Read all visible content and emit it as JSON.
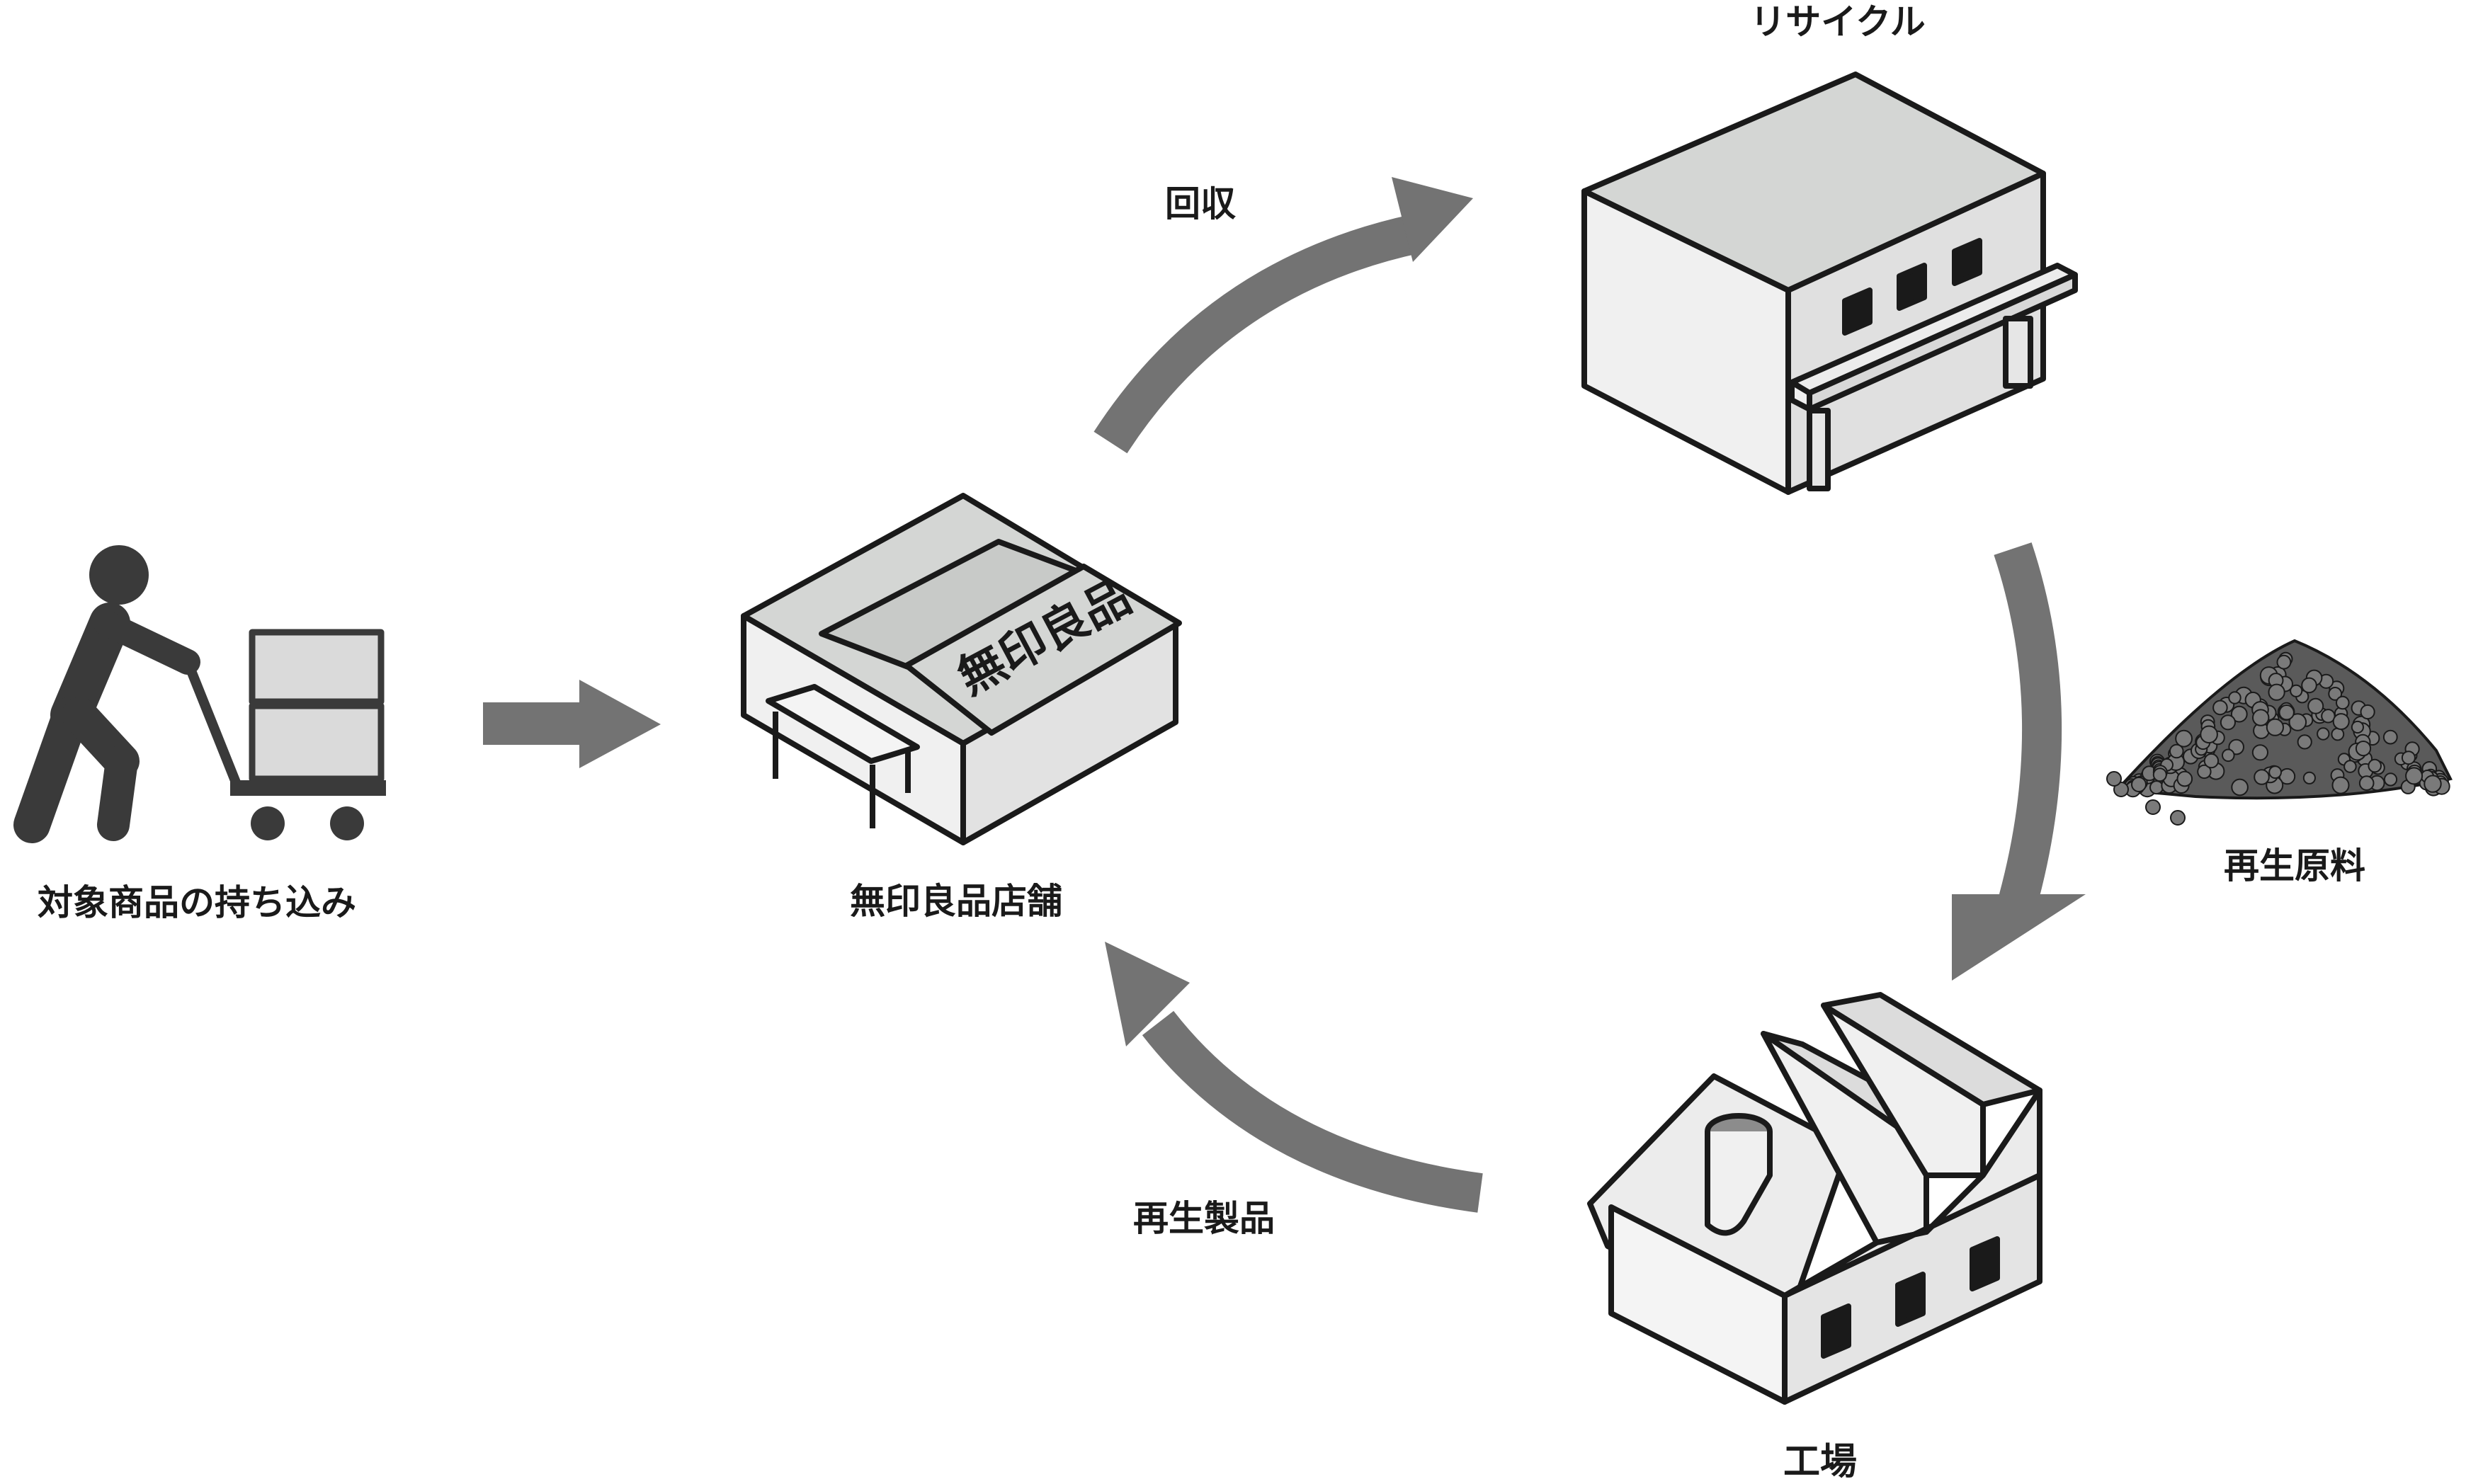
{
  "labels": {
    "customer": "対象商品の持ち込み",
    "store": "無印良品店舗",
    "store_sign": "無印良品",
    "recycle": "リサイクル",
    "material": "再生原料",
    "factory": "工場",
    "collect": "回収",
    "product": "再生製品"
  },
  "colors": {
    "arrow": "#737373",
    "roof": "#d4d6d4",
    "wall_light": "#f4f4f4",
    "wall_mid": "#e4e4e4",
    "outline": "#1a1a1a",
    "pellet": "#707070"
  },
  "icons": [
    "person-with-cart-icon",
    "store-building-icon",
    "recycling-facility-icon",
    "pellet-pile-icon",
    "factory-icon"
  ]
}
